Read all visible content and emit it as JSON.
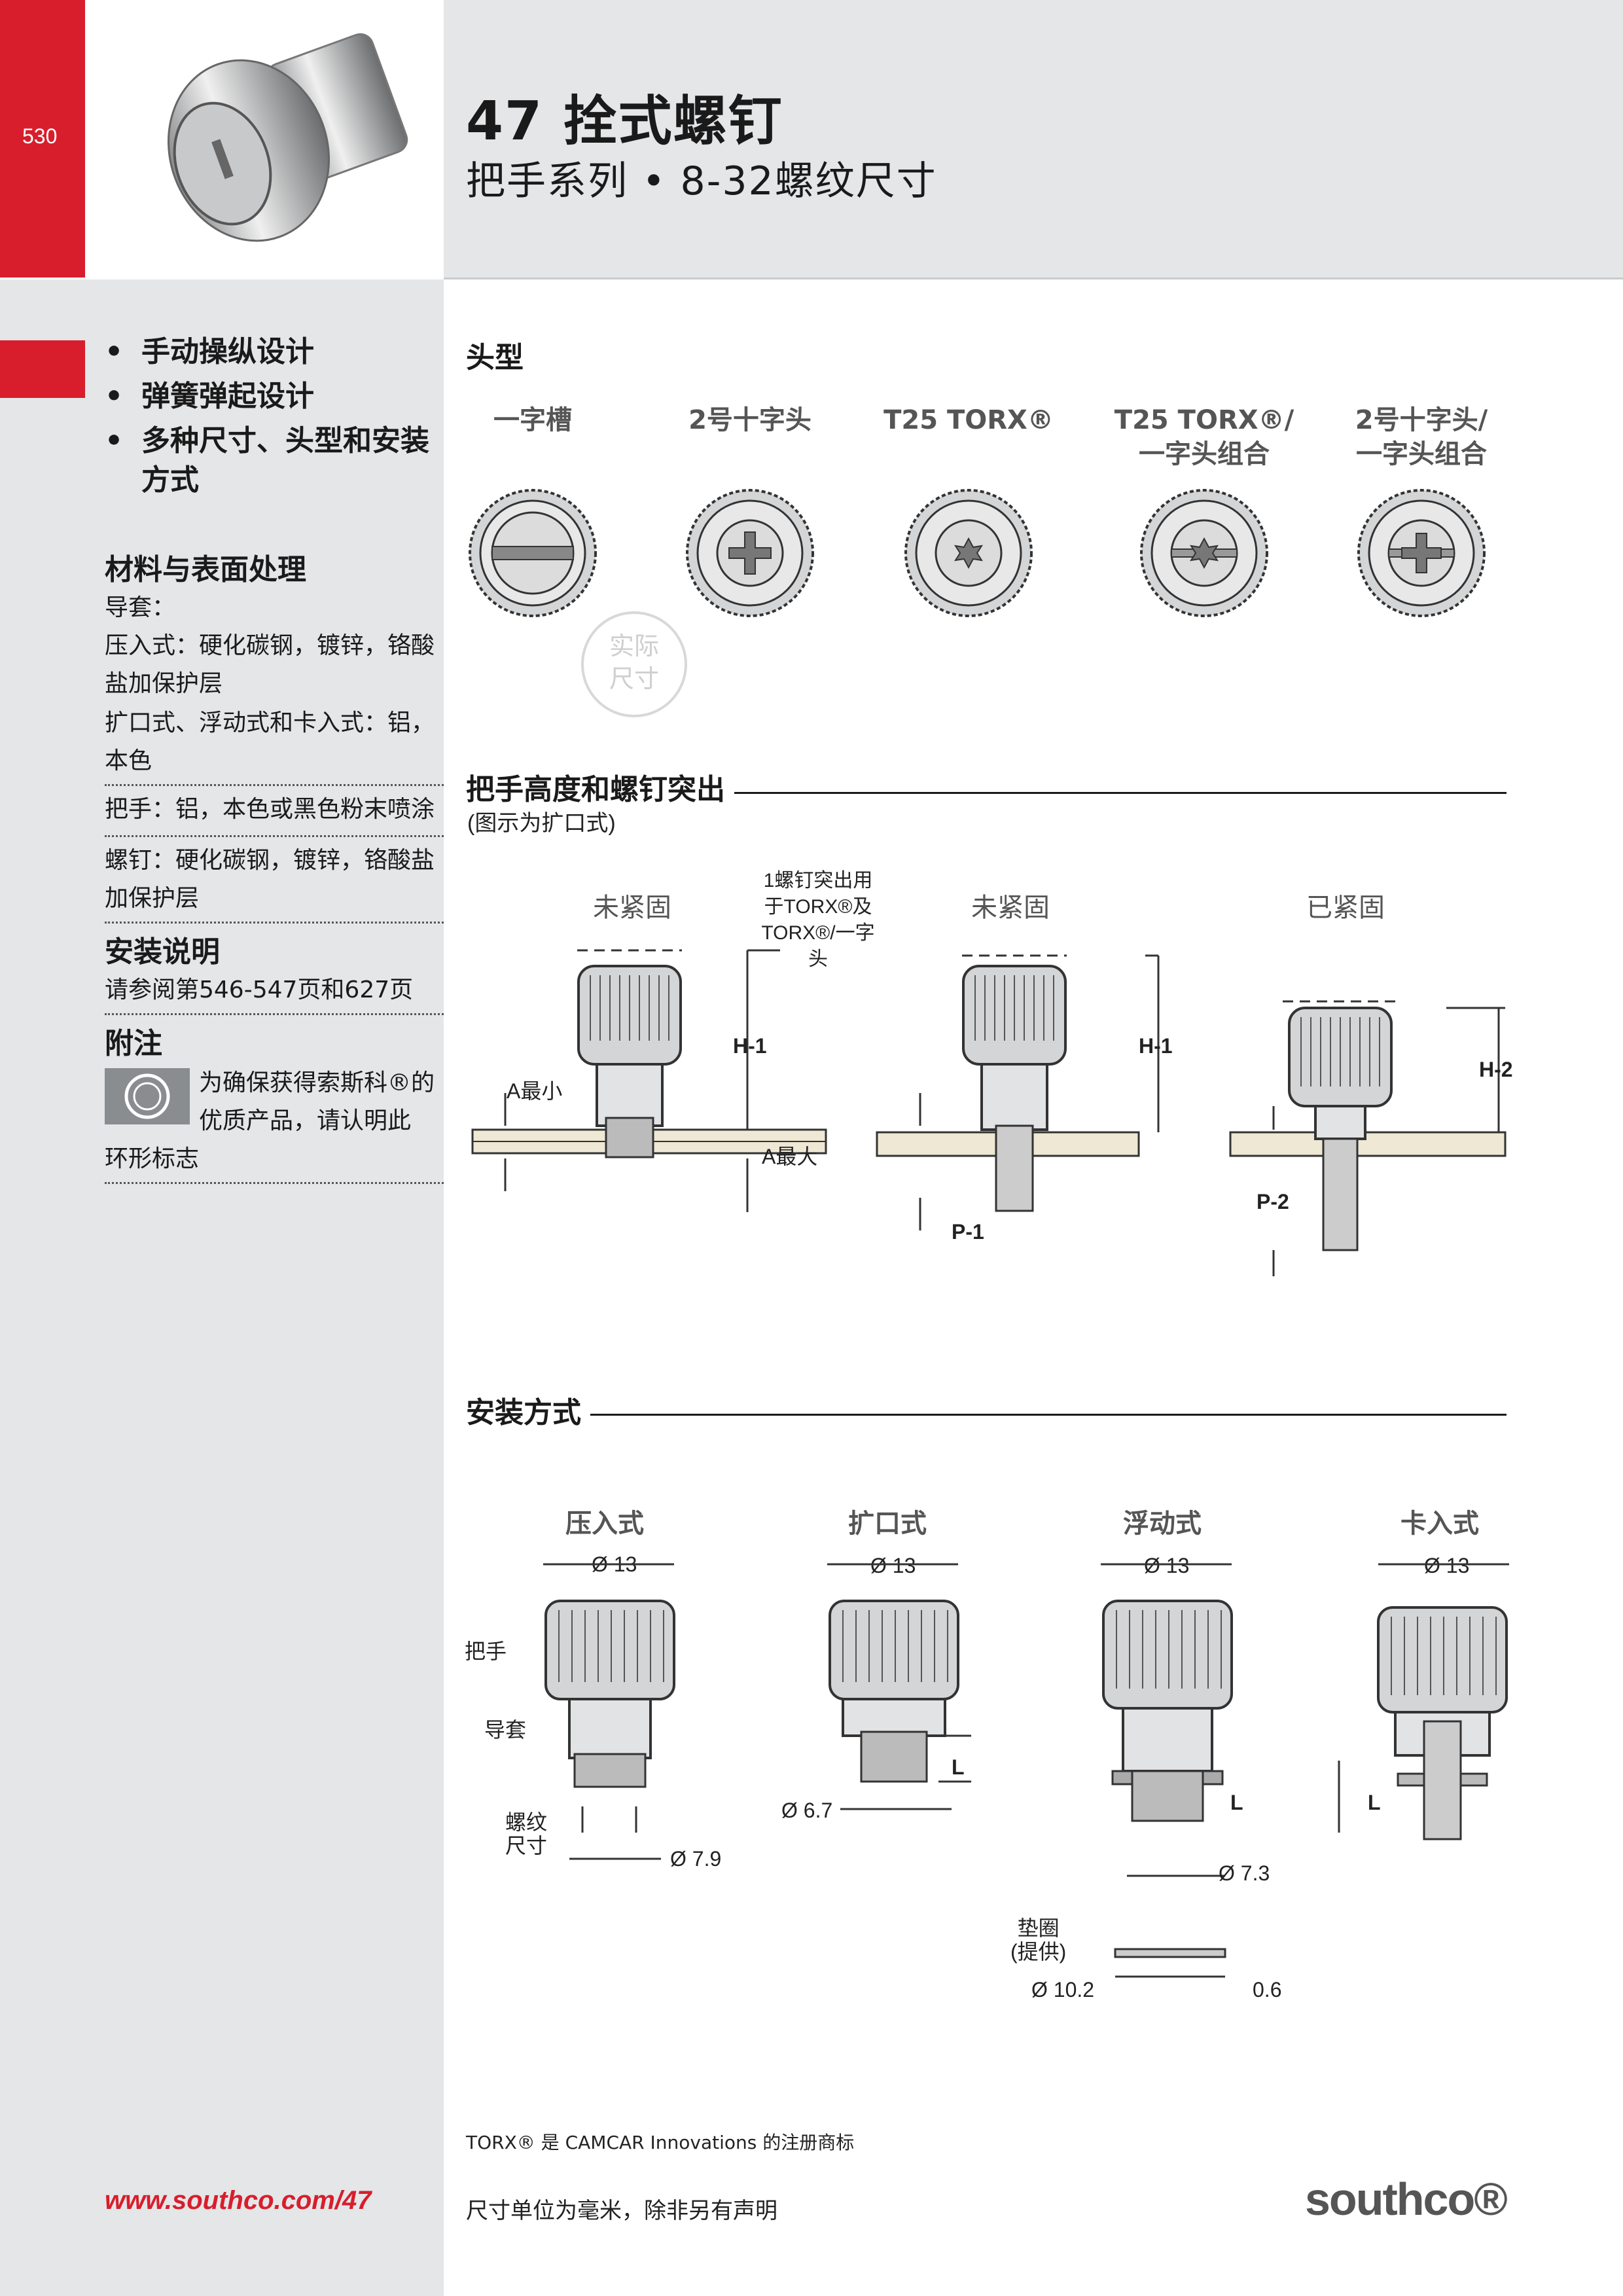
{
  "header": {
    "page_number": "530",
    "title": "47 拴式螺钉",
    "subtitle": "把手系列 • 8-32螺纹尺寸"
  },
  "features": [
    "手动操纵设计",
    "弹簧弹起设计",
    "多种尺寸、头型和安装",
    "方式"
  ],
  "materials": {
    "heading": "材料与表面处理",
    "lines": [
      "导套：",
      "压入式：硬化碳钢，镀锌，铬酸",
      "盐加保护层",
      "扩口式、浮动式和卡入式：铝，",
      "本色"
    ],
    "handle": "把手：铝，本色或黑色粉末喷涂",
    "screw_lines": [
      "螺钉：硬化碳钢，镀锌，铬酸盐",
      "加保护层"
    ]
  },
  "install_notes": {
    "heading": "安装说明",
    "text": "请参阅第546-547页和627页"
  },
  "notes": {
    "heading": "附注",
    "lines": [
      "为确保获得索斯科®的",
      "优质产品，请认明此",
      "环形标志"
    ]
  },
  "head_styles": {
    "heading": "头型",
    "items": [
      {
        "label": "一字槽",
        "label2": ""
      },
      {
        "label": "2号十字头",
        "label2": ""
      },
      {
        "label": "T25 TORX®",
        "label2": ""
      },
      {
        "label": "T25 TORX®/",
        "label2": "一字头组合"
      },
      {
        "label": "2号十字头/",
        "label2": "一字头组合"
      }
    ],
    "stamp": [
      "实际",
      "尺寸"
    ]
  },
  "handle_height": {
    "heading": "把手高度和螺钉突出",
    "subheading": "(图示为扩口式)",
    "state_unfastened_1": "未紧固",
    "state_unfastened_2": "未紧固",
    "state_fastened": "已紧固",
    "torx_note": [
      "1螺钉突出用",
      "于TORX®及",
      "TORX®/一字头"
    ],
    "labels": {
      "h1": "H-1",
      "h1b": "H-1",
      "h2": "H-2",
      "p1": "P-1",
      "p2": "P-2",
      "amin": "A最小",
      "amax": "A最大"
    }
  },
  "mounting": {
    "heading": "安装方式",
    "types": [
      "压入式",
      "扩口式",
      "浮动式",
      "卡入式"
    ],
    "dia13": "Ø 13",
    "labels": {
      "handle": "把手",
      "ferrule": "导套",
      "thread": [
        "螺纹",
        "尺寸"
      ],
      "d79": "Ø 7.9",
      "d67": "Ø 6.7",
      "d73": "Ø 7.3",
      "L": "L",
      "washer": [
        "垫圈",
        "(提供)"
      ],
      "d102": "Ø 10.2",
      "t06": "0.6"
    }
  },
  "footer": {
    "trademark": "TORX® 是 CAMCAR Innovations 的注册商标",
    "units": "尺寸单位为毫米，除非另有声明",
    "url": "www.southco.com/47",
    "logo": "southco®"
  }
}
